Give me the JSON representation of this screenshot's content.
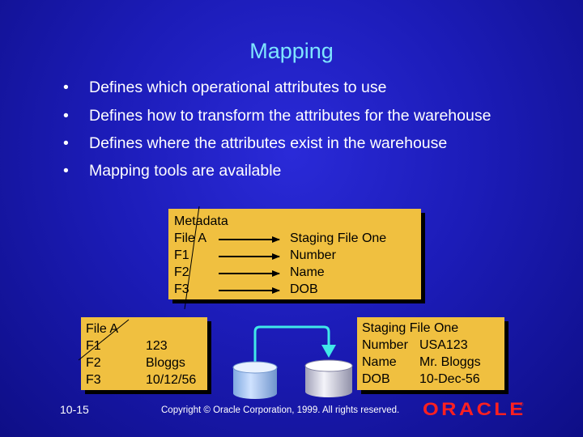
{
  "slide": {
    "title": "Mapping",
    "bullet_glyph": "•",
    "bullets": [
      "Defines which operational attributes to use",
      "Defines how to transform the attributes for the warehouse",
      "Defines where the attributes exist in the warehouse",
      "Mapping tools are available"
    ]
  },
  "metadata_box": {
    "heading": "Metadata",
    "left": [
      "File A",
      "F1",
      "F2",
      "F3"
    ],
    "right": [
      "Staging File One",
      "Number",
      "Name",
      "DOB"
    ]
  },
  "source_box": {
    "heading": "File A",
    "fields": [
      "F1",
      "F2",
      "F3"
    ],
    "values": [
      "123",
      "Bloggs",
      "10/12/56"
    ]
  },
  "staging_box": {
    "heading": "Staging File One",
    "fields": [
      "Number",
      "Name",
      "DOB"
    ],
    "values": [
      "USA123",
      "Mr. Bloggs",
      "10-Dec-56"
    ]
  },
  "footer": {
    "slide_number": "10-15",
    "copyright": "Copyright © Oracle Corporation, 1999. All rights reserved.",
    "logo_text": "ORACLE",
    "logo_mark": "®"
  },
  "colors": {
    "background": "#1c1cb8",
    "title": "#7fe6ff",
    "panel": "#f0c040",
    "connector": "#40e8e8",
    "logo": "#ff2020"
  }
}
